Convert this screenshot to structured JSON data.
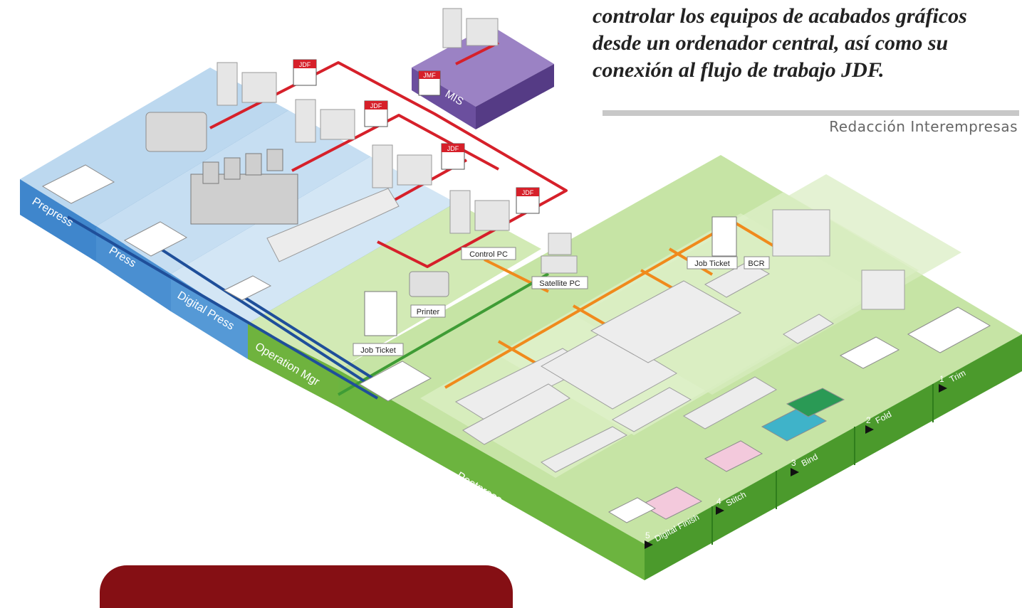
{
  "article": {
    "headline": "controlar los equipos de acabados gráficos desde un ordenador central, así como su conexión al flujo de trabajo JDF.",
    "byline": "Redacción Interempresas"
  },
  "diagram": {
    "tiers": {
      "prepress": "Prepress",
      "press": "Press",
      "digital_press": "Digital Press",
      "operation_mgr": "Operation Mgr",
      "postpress": "Postpress",
      "mis": "MIS"
    },
    "postpress_steps": [
      {
        "num": "1",
        "label": "Trim"
      },
      {
        "num": "2",
        "label": "Fold"
      },
      {
        "num": "3",
        "label": "Bind"
      },
      {
        "num": "4",
        "label": "Stitch"
      },
      {
        "num": "5",
        "label": "Digital Finish"
      }
    ],
    "labels": {
      "control_pc": "Control PC",
      "satellite_pc": "Satellite PC",
      "printer": "Printer",
      "job_ticket": "Job Ticket",
      "job_ticket_2": "Job Ticket",
      "bcr": "BCR"
    },
    "file_badges": [
      "JDF",
      "JDF",
      "JDF",
      "JDF",
      "JMF"
    ],
    "colors": {
      "jdf_network": "#d6202a",
      "jmf_network": "#f08a1c",
      "operation_link": "#3f9c35",
      "prepress_link": "#1f4f9a",
      "press_tier": "#4a8fd1",
      "postpress_tier": "#7cc04a",
      "mis_tier": "#6b4f9e",
      "accent_tab": "#850f14"
    }
  }
}
